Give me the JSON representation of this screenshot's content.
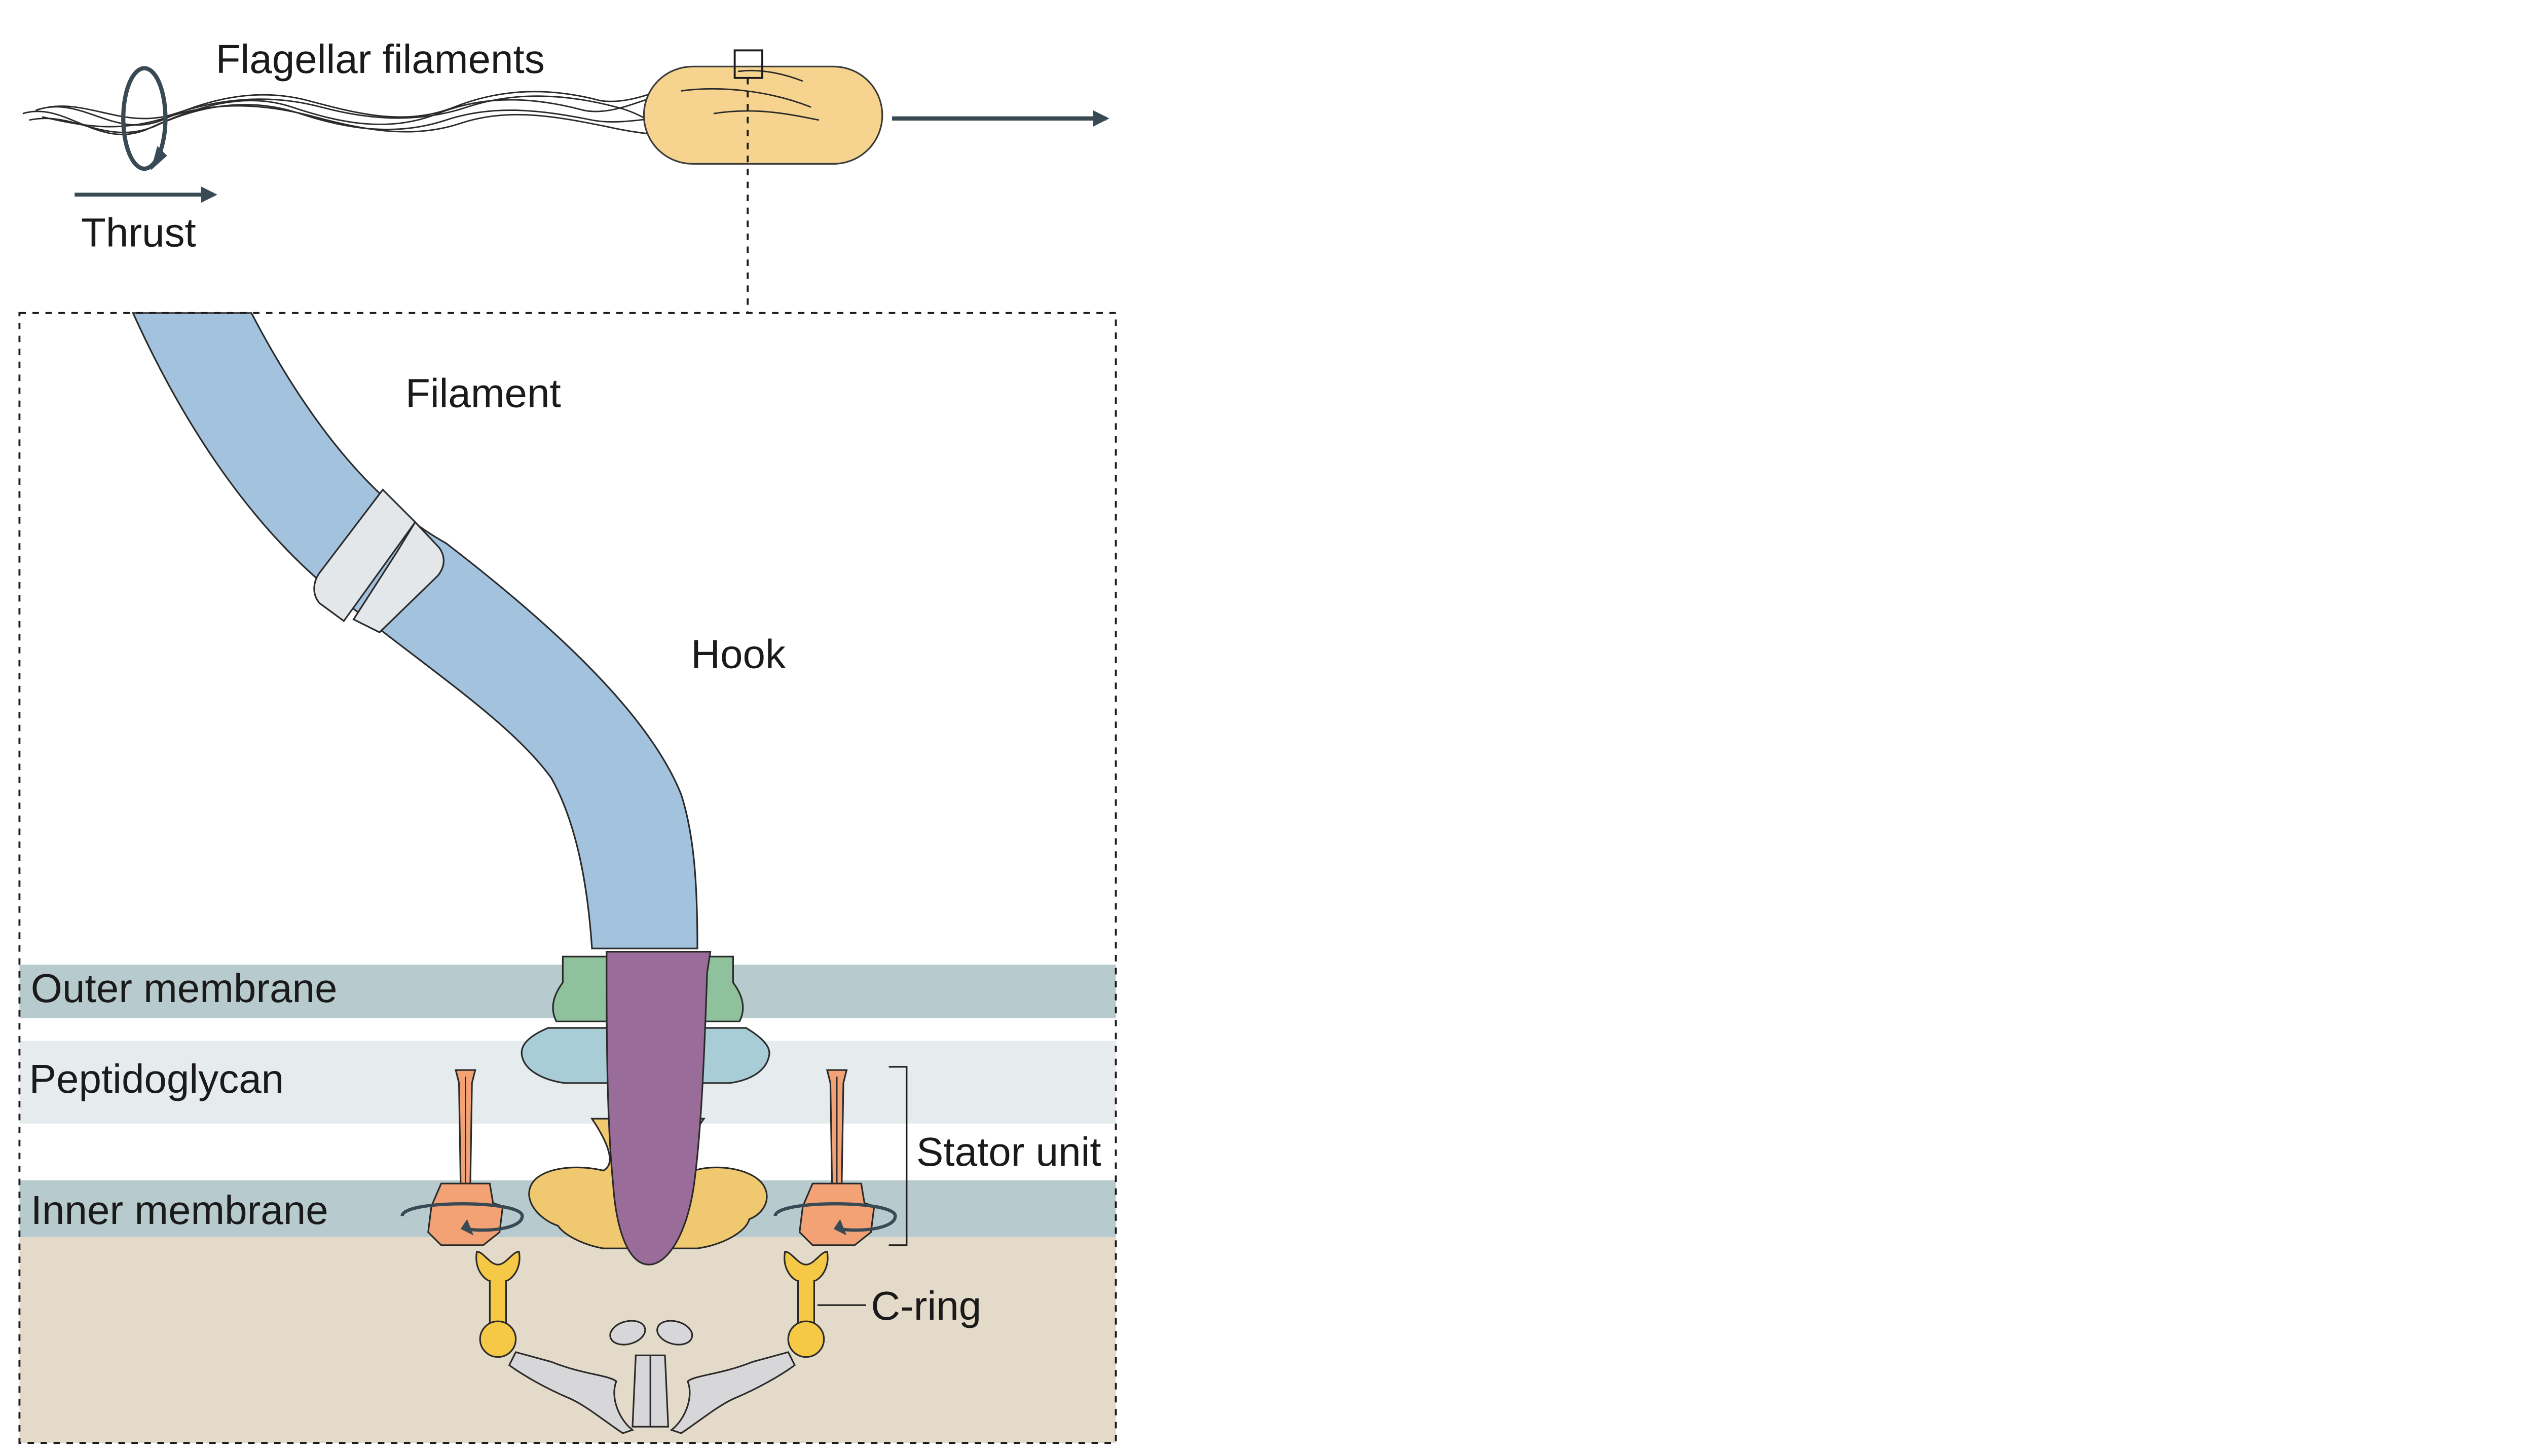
{
  "labels": {
    "flagellar_filaments": "Flagellar filaments",
    "thrust": "Thrust",
    "filament": "Filament",
    "hook": "Hook",
    "outer_membrane": "Outer membrane",
    "peptidoglycan": "Peptidoglycan",
    "inner_membrane": "Inner membrane",
    "stator_unit": "Stator unit",
    "c_ring": "C-ring"
  },
  "colors": {
    "arrow": "#3a4a55",
    "cell_body": "#f6d48f",
    "filament": "#a2c2de",
    "hook_collar": "#e3e7ea",
    "outer_membrane_band": "#b7cacd",
    "peptidoglycan_band": "#e6ebed",
    "inner_membrane_band": "#b7cacd",
    "cytoplasm": "#e4dac9",
    "l_ring": "#8fc19c",
    "p_ring": "#a9cdd6",
    "ms_ring": "#f0c870",
    "rod": "#9a6c99",
    "stator": "#f2a275",
    "c_ring": "#f5c945",
    "export_apparatus": "#d7d7d9"
  }
}
